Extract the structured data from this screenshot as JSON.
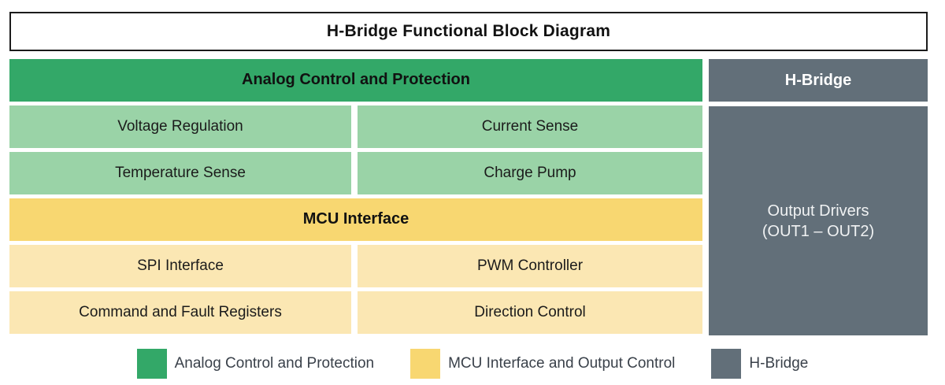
{
  "title": {
    "text": "H-Bridge Functional Block Diagram"
  },
  "colors": {
    "analog_header": "#33a868",
    "analog_cell": "#9ad3a7",
    "mcu_header": "#f8d771",
    "mcu_cell": "#fbe7b3",
    "hbridge": "#626f79",
    "title_border": "#1b1b1b",
    "legend_text": "#3a414a"
  },
  "left_column": {
    "sections": [
      {
        "header": "Analog Control and Protection",
        "rows": [
          {
            "left": "Voltage Regulation",
            "right": "Current Sense"
          },
          {
            "left": "Temperature Sense",
            "right": "Charge Pump"
          }
        ]
      },
      {
        "header": "MCU Interface",
        "rows": [
          {
            "left": "SPI Interface",
            "right": "PWM Controller"
          },
          {
            "left": "Command and Fault Registers",
            "right": "Direction Control"
          }
        ]
      }
    ]
  },
  "right_column": {
    "header": "H-Bridge",
    "body_line1": "Output Drivers",
    "body_line2": "(OUT1 – OUT2)"
  },
  "legend": {
    "items": [
      {
        "label": "Analog Control and Protection",
        "color": "#33a868",
        "swatch_name": "legend-swatch-analog"
      },
      {
        "label": "MCU Interface and Output Control",
        "color": "#f8d771",
        "swatch_name": "legend-swatch-mcu"
      },
      {
        "label": "H-Bridge",
        "color": "#626f79",
        "swatch_name": "legend-swatch-hbridge"
      }
    ]
  }
}
